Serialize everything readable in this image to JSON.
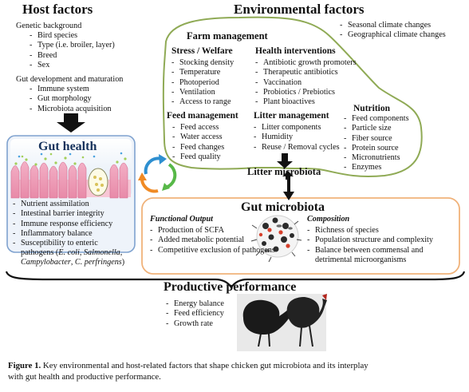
{
  "host": {
    "title": "Host factors",
    "genetic_heading": "Genetic background",
    "genetic_items": [
      "Bird species",
      "Type (i.e. broiler, layer)",
      "Breed",
      "Sex"
    ],
    "gut_dev_heading": "Gut development and maturation",
    "gut_dev_items": [
      "Immune system",
      "Gut morphology",
      "Microbiota acquisition"
    ]
  },
  "environment": {
    "title": "Environmental factors",
    "climate_items": [
      "Seasonal climate changes",
      "Geographical climate changes"
    ],
    "farm_title": "Farm management",
    "stress_heading": "Stress / Welfare",
    "stress_items": [
      "Stocking density",
      "Temperature",
      "Photoperiod",
      "Ventilation",
      "Access to range"
    ],
    "health_heading": "Health interventions",
    "health_items": [
      "Antibiotic growth promoters",
      "Therapeutic antibiotics",
      "Vaccination",
      "Probiotics / Prebiotics",
      "Plant bioactives"
    ],
    "feed_mgmt_heading": "Feed management",
    "feed_mgmt_items": [
      "Feed access",
      "Water access",
      "Feed changes",
      "Feed quality"
    ],
    "litter_mgmt_heading": "Litter management",
    "litter_mgmt_items": [
      "Litter components",
      "Humidity",
      "Reuse / Removal cycles"
    ],
    "nutrition_heading": "Nutrition",
    "nutrition_items": [
      "Feed components",
      "Particle size",
      "Fiber source",
      "Protein source",
      "Micronutrients",
      "Enzymes"
    ],
    "litter_microbiota": "Litter microbiota"
  },
  "gut_health": {
    "title": "Gut health",
    "items": [
      "Nutrient assimilation",
      "Intestinal barrier integrity",
      "Immune response efficiency",
      "Inflammatory balance",
      "Susceptibility to enteric"
    ],
    "pathogens_prefix": "pathogens (",
    "pathogen_1": "E. coli",
    "pathogen_sep_1": ", ",
    "pathogen_2": "Salmonella",
    "pathogen_sep_2": ",",
    "pathogen_3": "Campylobacter",
    "pathogen_sep_3": ", ",
    "pathogen_4": "C. perfringens",
    "pathogens_suffix": ")"
  },
  "gut_microbiota": {
    "title": "Gut microbiota",
    "functional_heading": "Functional Output",
    "functional_items": [
      "Production of SCFA",
      "Added  metabolic potential",
      "Competitive exclusion of pathogens"
    ],
    "composition_heading": "Composition",
    "composition_items": [
      "Richness of species",
      "Population structure and complexity",
      "Balance between commensal and"
    ],
    "composition_cont": "detrimental microorganisms"
  },
  "productive": {
    "title": "Productive performance",
    "items": [
      "Energy balance",
      "Feed efficiency",
      "Growth rate"
    ]
  },
  "caption": {
    "label": "Figure 1.",
    "line1": "Key environmental and host-related factors that shape chicken gut microbiota and its interplay",
    "line2": "with gut health and productive performance."
  },
  "colors": {
    "farm_outline": "#8faa55",
    "gut_health_outline": "#7fa2cf",
    "gut_health_fill": "#eef3fa",
    "microbiota_outline": "#f0b27a",
    "cycle_blue": "#2e8fd0",
    "cycle_green": "#57b848",
    "cycle_orange": "#f08a24"
  }
}
